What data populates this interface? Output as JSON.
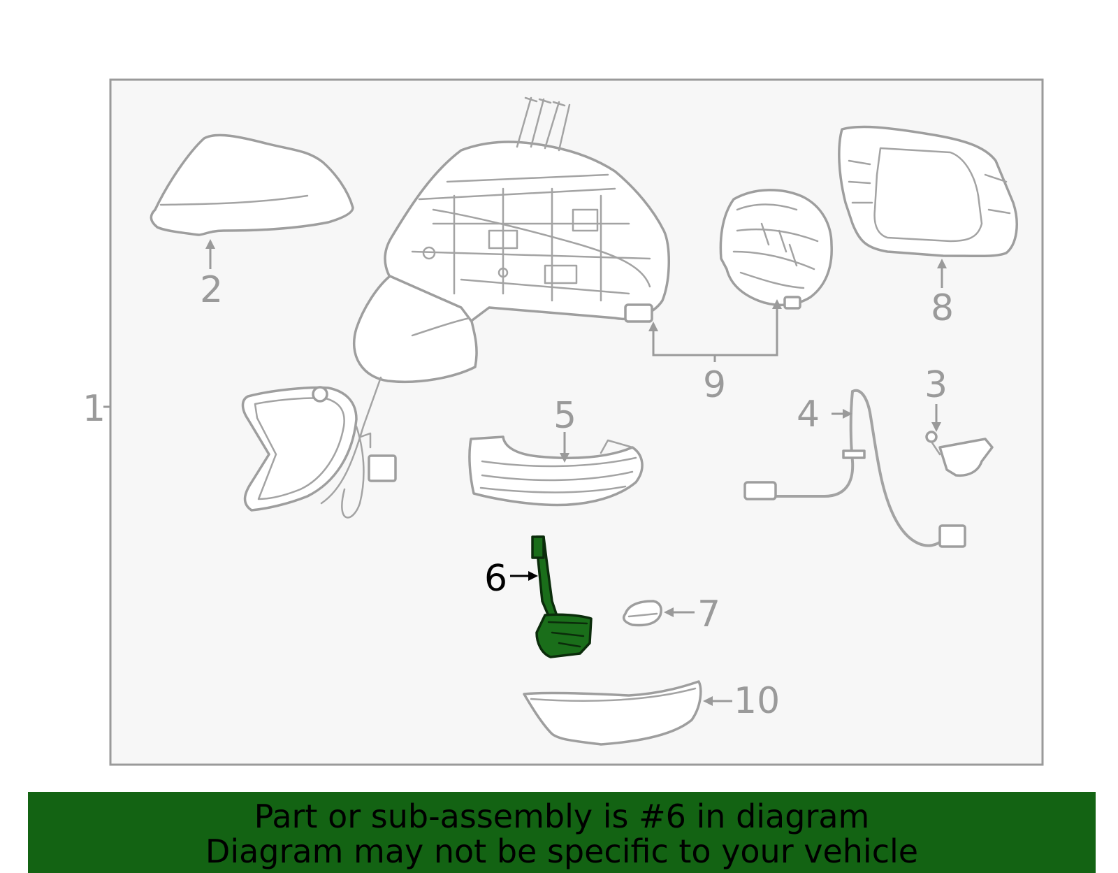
{
  "diagram": {
    "callouts": {
      "c1": "1",
      "c2": "2",
      "c3": "3",
      "c4": "4",
      "c5": "5",
      "c6": "6",
      "c7": "7",
      "c8": "8",
      "c9": "9",
      "c10": "10"
    },
    "highlighted_part": "6",
    "colors": {
      "highlight": "#1a6e1a",
      "banner": "#136313",
      "line_art": "#9e9e9e",
      "frame_bg": "#f7f7f7"
    }
  },
  "banner": {
    "line1": "Part or sub-assembly is #6 in diagram",
    "line2": "Diagram may not be specific to your vehicle"
  }
}
